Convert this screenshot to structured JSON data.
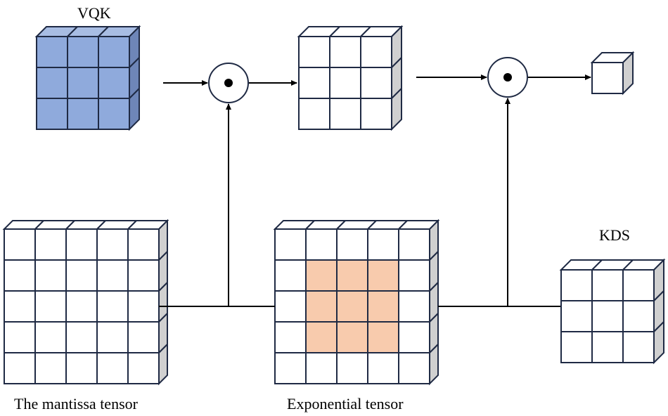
{
  "labels": {
    "vqk": "VQK",
    "kds": "KDS",
    "mantissa": "The mantissa tensor",
    "exponential": "Exponential tensor"
  },
  "colors": {
    "background": "#ffffff",
    "outline": "#1f2a44",
    "vqk_fill": "#8faadc",
    "vqk_top": "#a8bde3",
    "vqk_side": "#6e86b8",
    "highlight_fill": "#f8cbad",
    "plain_fill": "#ffffff",
    "side_fill": "#d0d0d0",
    "arrow": "#000000"
  },
  "operators": [
    {
      "name": "hadamard-operator-1",
      "symbol": "dot-in-circle"
    },
    {
      "name": "hadamard-operator-2",
      "symbol": "dot-in-circle"
    }
  ],
  "tensors": [
    {
      "name": "vqk-cube",
      "rows": 3,
      "cols": 3,
      "color": "blue"
    },
    {
      "name": "intermediate-cube",
      "rows": 3,
      "cols": 3,
      "color": "white"
    },
    {
      "name": "output-cube",
      "rows": 1,
      "cols": 1,
      "color": "white"
    },
    {
      "name": "mantissa-tensor",
      "rows": 5,
      "cols": 5,
      "color": "white"
    },
    {
      "name": "exponential-tensor",
      "rows": 5,
      "cols": 5,
      "color": "white",
      "highlight": "center 3x3"
    },
    {
      "name": "kds-cube",
      "rows": 3,
      "cols": 3,
      "color": "white"
    }
  ]
}
